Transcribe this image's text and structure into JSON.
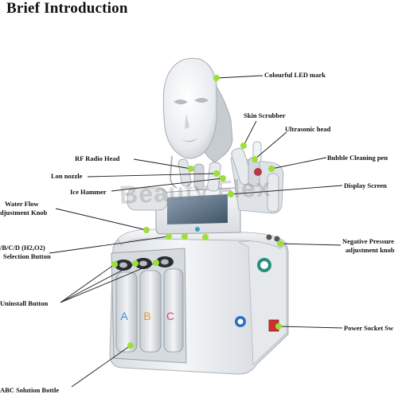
{
  "page_title": "Brief Introduction",
  "watermark": "Beauty Flex",
  "labels": {
    "led_mark": "Colourful LED mark",
    "skin_scrubber": "Skin Scrubber",
    "ultrasonic": "Ultrasonic head",
    "rf_radio": "RF Radio Head",
    "bubble_pen": "Bubble Cleaning pen",
    "lon_nozzle": "Lon nozzle",
    "ice_hammer": "Ice Hammer",
    "display": "Display Screen",
    "water_flow_1": "Water Flow",
    "water_flow_2": "djustment Knob",
    "bcd_1": "/B/C/D (H2,O2)",
    "bcd_2": "Selection Button",
    "neg_pressure_1": "Negative Pressure",
    "neg_pressure_2": "adjustment knob",
    "uninstall": "Uninstall Button",
    "power_socket": "Power Socket Sw",
    "abc_bottle": "ABC Solution Bottle"
  },
  "bottle_letters": [
    "A",
    "B",
    "C"
  ],
  "colors": {
    "marker": "#9be03a",
    "body_white": "#eef0f2",
    "frame": "#c8ccd0"
  }
}
